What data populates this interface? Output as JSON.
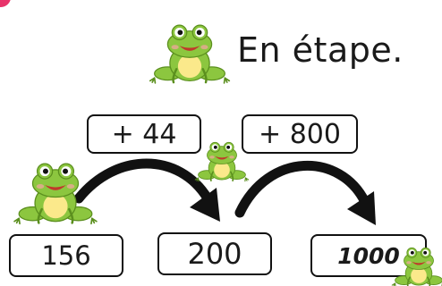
{
  "title": "En étape.",
  "steps": [
    {
      "operation": "+ 44"
    },
    {
      "operation": "+ 800"
    }
  ],
  "numbers": [
    "156",
    "200",
    "1000"
  ],
  "colors": {
    "frog_body": "#8cc63f",
    "frog_belly": "#fbe98b",
    "frog_outline": "#5b8f1e",
    "arrow": "#111111",
    "accent_corner": "#e8336a"
  }
}
